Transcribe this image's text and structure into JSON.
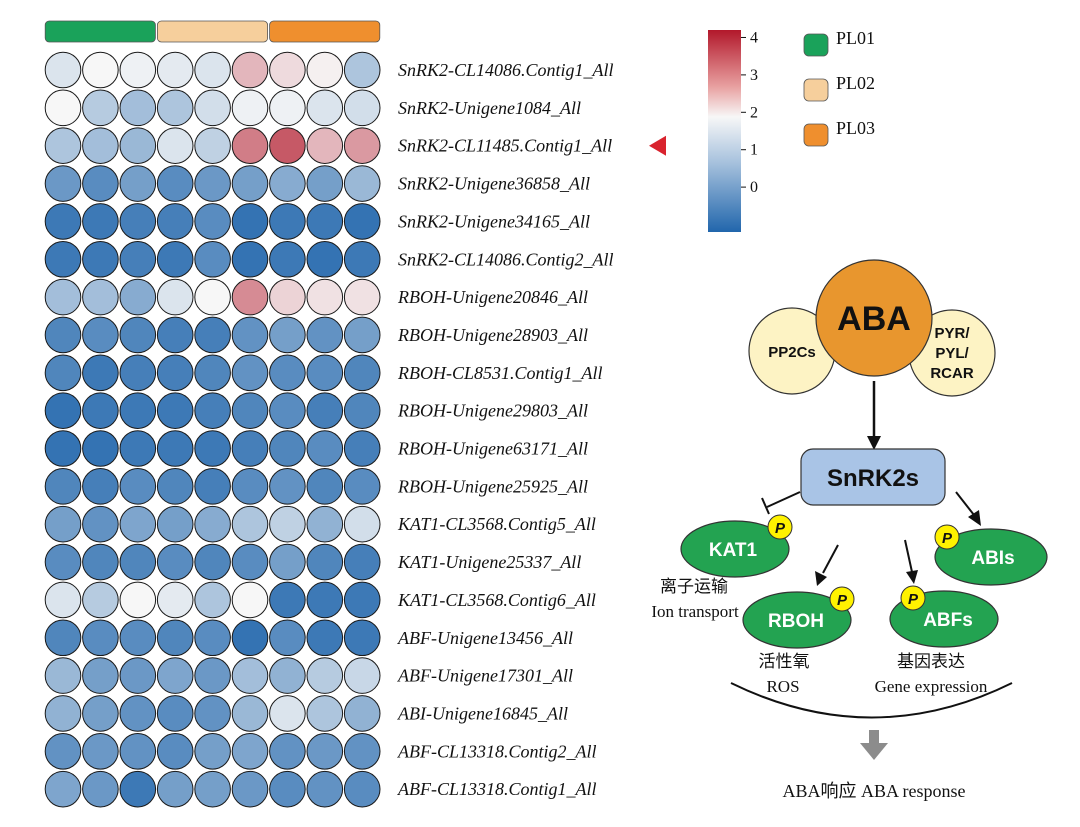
{
  "chart_data": {
    "type": "heatmap",
    "cell_shape": "circle",
    "groups": [
      {
        "name": "PL01",
        "color": "#1aa25a",
        "columns": 3
      },
      {
        "name": "PL02",
        "color": "#f6cf9c",
        "columns": 3
      },
      {
        "name": "PL03",
        "color": "#ef8f2e",
        "columns": 3
      }
    ],
    "colorbar": {
      "min": -1.2,
      "max": 4.2,
      "ticks": [
        4,
        3,
        2,
        1,
        0
      ],
      "low_color": "#2166ac",
      "mid_color": "#f7f7f7",
      "high_color": "#b2182b",
      "mid_value": 1.1
    },
    "highlight_marker": {
      "row": 2,
      "color": "#d9232e"
    },
    "rows": [
      {
        "label": "SnRK2-CL14086.Contig1_All",
        "values": [
          0.8,
          1.1,
          1.0,
          0.9,
          0.8,
          2.0,
          1.5,
          1.2,
          0.3
        ]
      },
      {
        "label": "SnRK2-Unigene1084_All",
        "values": [
          1.1,
          0.4,
          0.2,
          0.3,
          0.7,
          1.0,
          1.0,
          0.8,
          0.7
        ]
      },
      {
        "label": "SnRK2-CL11485.Contig1_All",
        "values": [
          0.3,
          0.2,
          0.1,
          0.8,
          0.5,
          2.8,
          3.3,
          2.0,
          2.4
        ]
      },
      {
        "label": "SnRK2-Unigene36858_All",
        "values": [
          -0.4,
          -0.6,
          -0.3,
          -0.6,
          -0.4,
          -0.3,
          -0.1,
          -0.3,
          0.1
        ]
      },
      {
        "label": "SnRK2-Unigene34165_All",
        "values": [
          -0.9,
          -0.9,
          -0.8,
          -0.8,
          -0.6,
          -1.0,
          -0.9,
          -0.9,
          -1.0
        ]
      },
      {
        "label": "SnRK2-CL14086.Contig2_All",
        "values": [
          -0.9,
          -0.9,
          -0.8,
          -0.9,
          -0.6,
          -1.0,
          -0.9,
          -1.0,
          -0.9
        ]
      },
      {
        "label": "RBOH-Unigene20846_All",
        "values": [
          0.2,
          0.2,
          -0.1,
          0.8,
          1.1,
          2.6,
          1.6,
          1.4,
          1.4
        ]
      },
      {
        "label": "RBOH-Unigene28903_All",
        "values": [
          -0.7,
          -0.6,
          -0.7,
          -0.8,
          -0.8,
          -0.5,
          -0.3,
          -0.5,
          -0.3
        ]
      },
      {
        "label": "RBOH-CL8531.Contig1_All",
        "values": [
          -0.7,
          -0.9,
          -0.8,
          -0.8,
          -0.7,
          -0.5,
          -0.6,
          -0.6,
          -0.7
        ]
      },
      {
        "label": "RBOH-Unigene29803_All",
        "values": [
          -1.0,
          -0.9,
          -0.9,
          -0.9,
          -0.8,
          -0.7,
          -0.6,
          -0.8,
          -0.7
        ]
      },
      {
        "label": "RBOH-Unigene63171_All",
        "values": [
          -1.0,
          -1.0,
          -0.9,
          -0.9,
          -0.9,
          -0.8,
          -0.7,
          -0.6,
          -0.8
        ]
      },
      {
        "label": "RBOH-Unigene25925_All",
        "values": [
          -0.7,
          -0.8,
          -0.6,
          -0.7,
          -0.8,
          -0.6,
          -0.5,
          -0.7,
          -0.6
        ]
      },
      {
        "label": "KAT1-CL3568.Contig5_All",
        "values": [
          -0.3,
          -0.5,
          -0.2,
          -0.3,
          -0.1,
          0.3,
          0.5,
          0.0,
          0.7
        ]
      },
      {
        "label": "KAT1-Unigene25337_All",
        "values": [
          -0.6,
          -0.7,
          -0.7,
          -0.6,
          -0.7,
          -0.6,
          -0.3,
          -0.7,
          -0.8
        ]
      },
      {
        "label": "KAT1-CL3568.Contig6_All",
        "values": [
          0.8,
          0.4,
          1.1,
          0.9,
          0.3,
          1.1,
          -0.9,
          -0.9,
          -0.9
        ]
      },
      {
        "label": "ABF-Unigene13456_All",
        "values": [
          -0.7,
          -0.6,
          -0.6,
          -0.7,
          -0.6,
          -1.0,
          -0.6,
          -0.9,
          -0.9
        ]
      },
      {
        "label": "ABF-Unigene17301_All",
        "values": [
          0.1,
          -0.3,
          -0.4,
          -0.2,
          -0.4,
          0.2,
          0.0,
          0.4,
          0.6
        ]
      },
      {
        "label": "ABI-Unigene16845_All",
        "values": [
          0.0,
          -0.3,
          -0.5,
          -0.6,
          -0.5,
          0.1,
          0.8,
          0.3,
          0.0
        ]
      },
      {
        "label": "ABF-CL13318.Contig2_All",
        "values": [
          -0.5,
          -0.4,
          -0.5,
          -0.6,
          -0.3,
          -0.2,
          -0.5,
          -0.4,
          -0.5
        ]
      },
      {
        "label": "ABF-CL13318.Contig1_All",
        "values": [
          -0.2,
          -0.4,
          -0.9,
          -0.3,
          -0.3,
          -0.4,
          -0.6,
          -0.5,
          -0.6
        ]
      }
    ]
  },
  "pathway": {
    "aba": "ABA",
    "pp2cs": "PP2Cs",
    "pyr_lines": [
      "PYR/",
      "PYL/",
      "RCAR"
    ],
    "snrk2s": "SnRK2s",
    "kat1": "KAT1",
    "rboh": "RBOH",
    "abfs": "ABFs",
    "abis": "ABIs",
    "phospho": "P",
    "ion_cn": "离子运输",
    "ion_en": "Ion transport",
    "ros_cn": "活性氧",
    "ros_en": "ROS",
    "gene_cn": "基因表达",
    "gene_en": "Gene expression",
    "response": "ABA响应 ABA response",
    "colors": {
      "aba": "#e8962e",
      "cream": "#fdf3c4",
      "snrk": "#a9c4e6",
      "green": "#23a351",
      "phospho": "#fff200"
    }
  }
}
